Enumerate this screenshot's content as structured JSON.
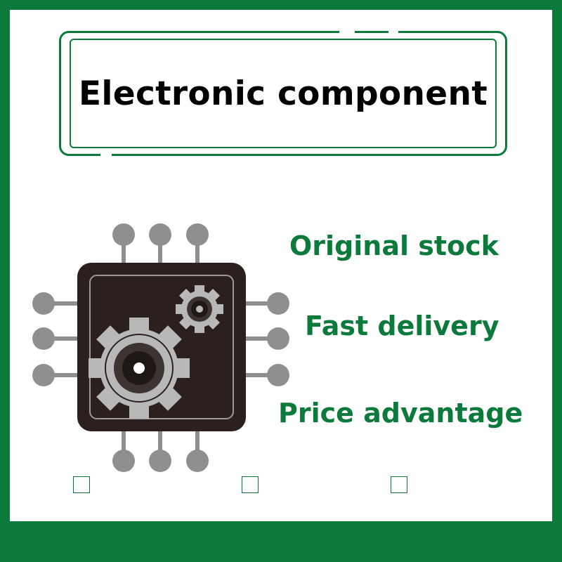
{
  "banner": {
    "title": "Electronic component"
  },
  "features": [
    "Original stock",
    "Fast delivery",
    "Price advantage"
  ],
  "colors": {
    "brand_green": "#0b7a3b",
    "chip_body": "#2b201e",
    "gear_gray": "#b8b8b8",
    "pin_gray": "#8f8f8f"
  },
  "icons": {
    "illustration": "microchip-with-gears-icon"
  }
}
